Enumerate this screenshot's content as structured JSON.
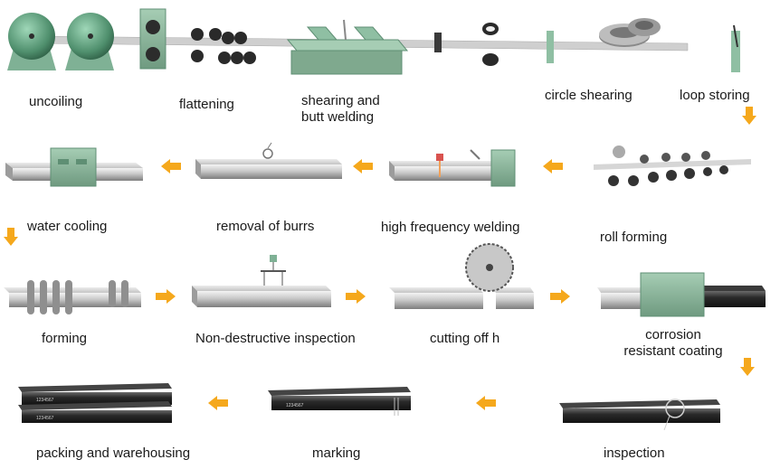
{
  "steps": [
    {
      "id": "uncoiling",
      "label": "uncoiling"
    },
    {
      "id": "flattening",
      "label": "flattening"
    },
    {
      "id": "shearing",
      "label": "shearing and\nbutt welding"
    },
    {
      "id": "circle_shearing",
      "label": "circle shearing"
    },
    {
      "id": "loop_storing",
      "label": "loop storing"
    },
    {
      "id": "roll_forming",
      "label": "roll forming"
    },
    {
      "id": "hf_welding",
      "label": "high frequency welding"
    },
    {
      "id": "burr_removal",
      "label": "removal of burrs"
    },
    {
      "id": "water_cooling",
      "label": "water cooling"
    },
    {
      "id": "forming",
      "label": "forming"
    },
    {
      "id": "ndt",
      "label": "Non-destructive inspection"
    },
    {
      "id": "cutting",
      "label": "cutting off h"
    },
    {
      "id": "coating",
      "label": "corrosion\nresistant coating"
    },
    {
      "id": "inspection",
      "label": "inspection"
    },
    {
      "id": "marking",
      "label": "marking"
    },
    {
      "id": "packing",
      "label": "packing and warehousing"
    }
  ],
  "pipe_marking_text": "1234567",
  "colors": {
    "arrow": "#f5a81c",
    "machine_green": "#8fbfa3",
    "machine_green_dark": "#5f8f74",
    "steel_light": "#e6e6e6",
    "steel_dark": "#8a8a8a",
    "coated_pipe": "#2b2b2b",
    "label_text": "#1a1a1a"
  }
}
